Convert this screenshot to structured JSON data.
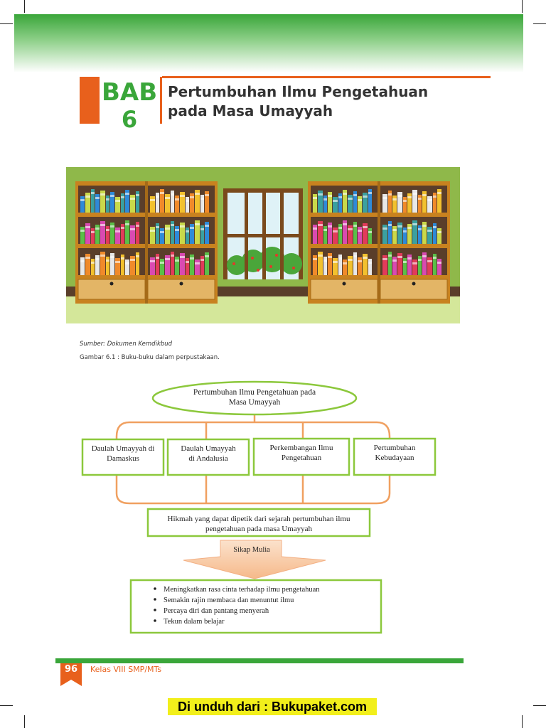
{
  "chapter": {
    "label": "BAB",
    "number": "6",
    "title_line1": "Pertumbuhan Ilmu Pengetahuan",
    "title_line2": "pada Masa Umayyah"
  },
  "figure": {
    "source": "Sumber: Dokumen Kemdikbud",
    "caption": "Gambar 6.1 : Buku-buku dalam perpustakaan."
  },
  "diagram": {
    "top_line1": "Pertumbuhan Ilmu Pengetahuan pada",
    "top_line2": "Masa Umayyah",
    "branches": [
      {
        "line1": "Daulah Umayyah di",
        "line2": "Damaskus"
      },
      {
        "line1": "Daulah Umayyah",
        "line2": "di Andalusia"
      },
      {
        "line1": "Perkembangan Ilmu",
        "line2": "Pengetahuan"
      },
      {
        "line1": "Pertumbuhan",
        "line2": "Kebudayaan"
      }
    ],
    "hikmah_line1": "Hikmah yang dapat dipetik dari sejarah pertumbuhan ilmu",
    "hikmah_line2": "pengetahuan pada masa Umayyah",
    "arrow_label": "Sikap Mulia",
    "bullets": [
      "Meningkatkan rasa cinta terhadap ilmu pengetahuan",
      "Semakin rajin membaca dan menuntut ilmu",
      "Percaya diri dan pantang menyerah",
      "Tekun dalam belajar"
    ]
  },
  "footer": {
    "page_number": "96",
    "book_label": "Kelas VIII SMP/MTs"
  },
  "banner": {
    "text": "Di unduh dari : Bukupaket.com"
  },
  "colors": {
    "green": "#3aa63a",
    "orange": "#e8601c",
    "wood": "#c8821f",
    "banner": "#f2ef1b"
  }
}
